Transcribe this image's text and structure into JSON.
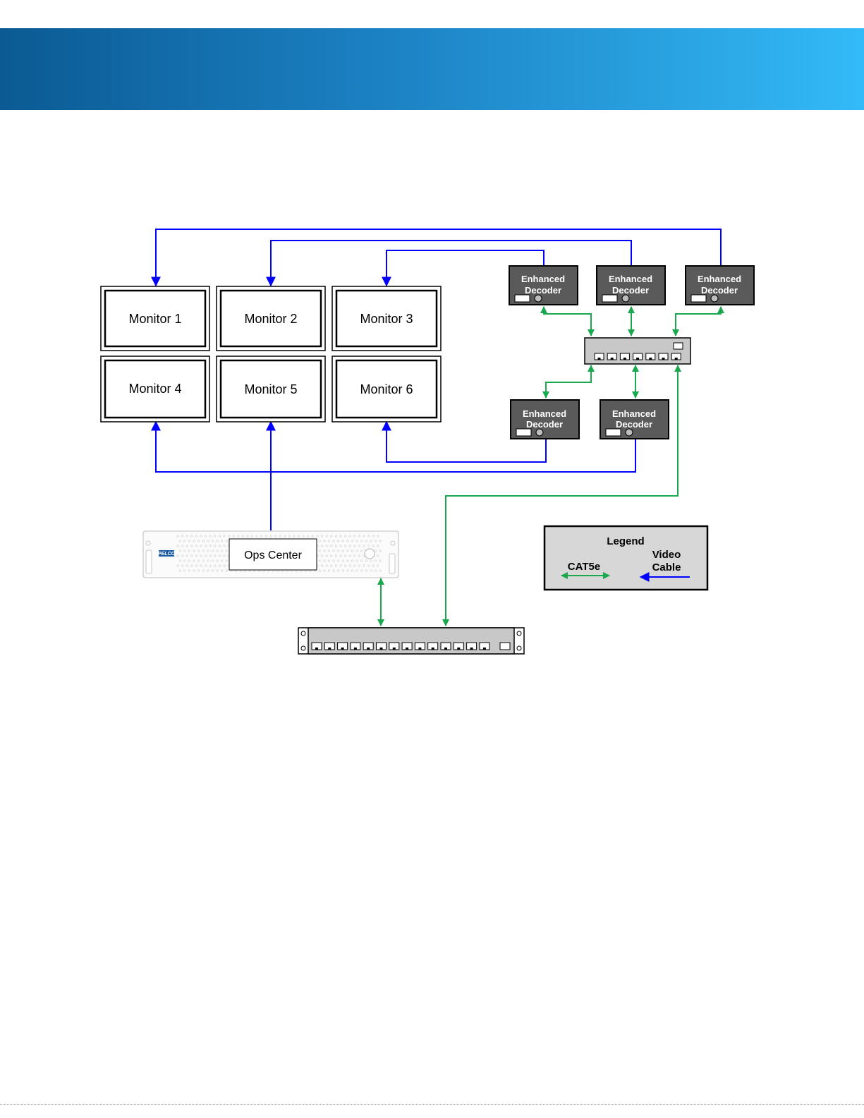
{
  "header": {
    "gradient_start": "#0b5a93",
    "gradient_end": "#33baf8"
  },
  "monitors": [
    {
      "label": "Monitor 1"
    },
    {
      "label": "Monitor 2"
    },
    {
      "label": "Monitor 3"
    },
    {
      "label": "Monitor 4"
    },
    {
      "label": "Monitor 5"
    },
    {
      "label": "Monitor 6"
    }
  ],
  "decoders": [
    {
      "line1": "Enhanced",
      "line2": "Decoder"
    },
    {
      "line1": "Enhanced",
      "line2": "Decoder"
    },
    {
      "line1": "Enhanced",
      "line2": "Decoder"
    },
    {
      "line1": "Enhanced",
      "line2": "Decoder"
    },
    {
      "line1": "Enhanced",
      "line2": "Decoder"
    }
  ],
  "ops_center": {
    "label": "Ops Center",
    "logo": "PELCO"
  },
  "legend": {
    "title": "Legend",
    "cat5e_label": "CAT5e",
    "video_label_line1": "Video",
    "video_label_line2": "Cable"
  },
  "colors": {
    "video_cable": "#0000ff",
    "cat5e": "#1aa84f",
    "decoder_fill": "#5a5a5a",
    "switch_fill": "#c8c8c8"
  }
}
